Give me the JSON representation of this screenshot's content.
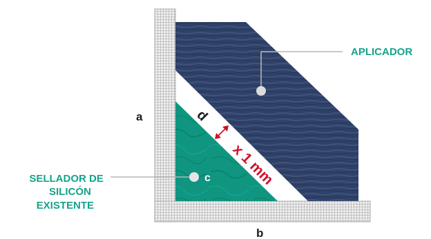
{
  "labels": {
    "aplicador": "APLICADOR",
    "sellador": [
      "SELLADOR DE",
      "SILICÓN",
      "EXISTENTE"
    ],
    "a": "a",
    "b": "b",
    "c": "c",
    "d": "d",
    "dimension": "x 1 mm"
  },
  "colors": {
    "applicator": "#2f4168",
    "sealant": "#0f9580",
    "label_green": "#14a38c",
    "dimension_red": "#d0112b",
    "wall_grid": "#9a9a9a",
    "text_dark": "#1c1c1c"
  }
}
